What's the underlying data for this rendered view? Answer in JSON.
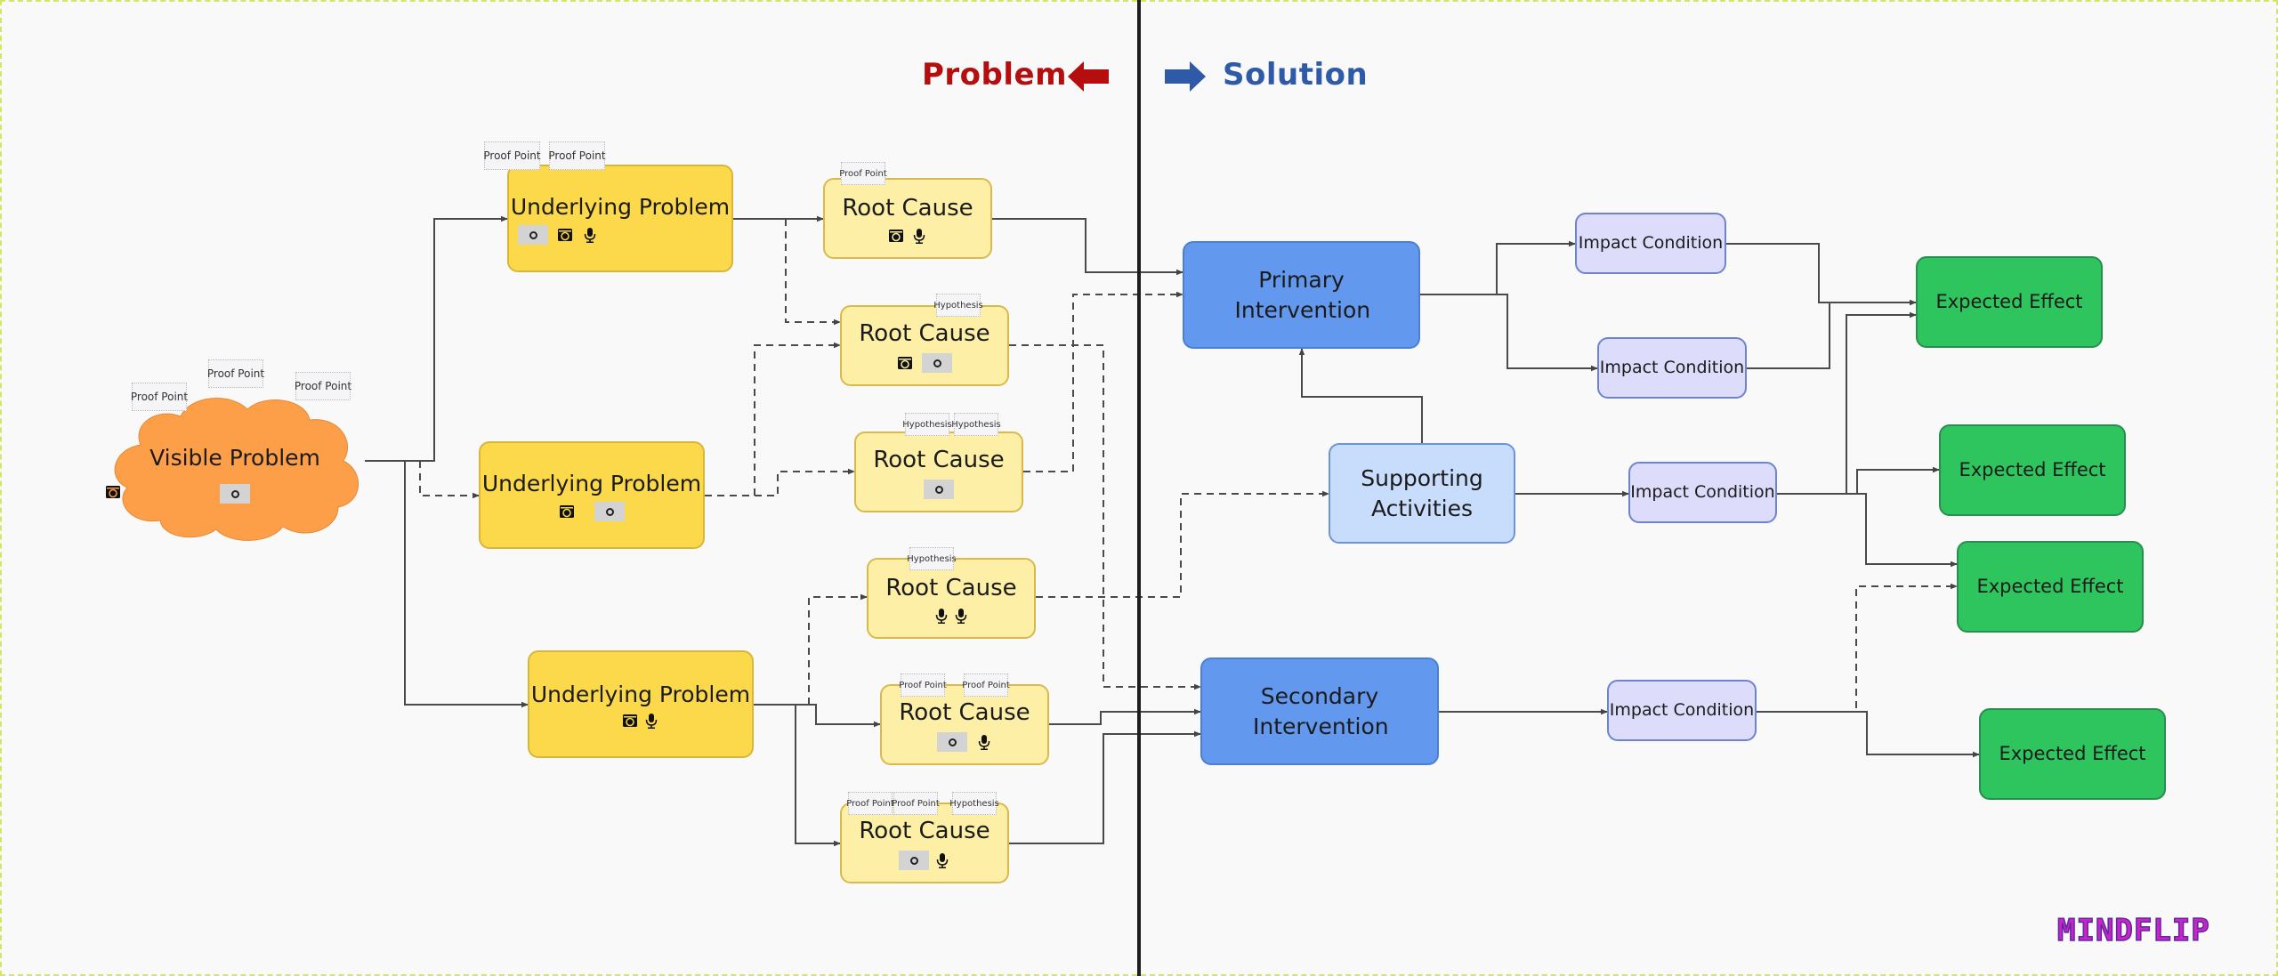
{
  "headings": {
    "problem": "Problem",
    "solution": "Solution",
    "problem_color": "#b50e0e",
    "solution_color": "#2f5aa8"
  },
  "colors": {
    "visible_problem": "#fd9f48",
    "underlying_problem": "#fcd94a",
    "root_cause": "#fdf0a6",
    "intervention": "#6299ee",
    "supporting": "#c8dcfb",
    "impact_condition": "#dddcfb",
    "expected_effect": "#2ec45e",
    "connector": "#4a4a4a"
  },
  "visible_problem": {
    "label": "Visible Problem",
    "tags": [
      "Proof Point",
      "Proof Point",
      "Proof Point"
    ],
    "icons": [
      "video-icon",
      "camera-icon"
    ]
  },
  "underlying_problems": [
    {
      "label": "Underlying Problem",
      "tags": [
        "Proof Point",
        "Proof Point"
      ],
      "icons": [
        "video-icon",
        "camera-icon",
        "mic-icon"
      ]
    },
    {
      "label": "Underlying Problem",
      "tags": [],
      "icons": [
        "camera-icon",
        "video-icon"
      ]
    },
    {
      "label": "Underlying Problem",
      "tags": [],
      "icons": [
        "camera-icon",
        "mic-icon"
      ]
    }
  ],
  "root_causes": [
    {
      "label": "Root Cause",
      "tags": [
        "Proof Point"
      ],
      "icons": [
        "camera-icon",
        "mic-icon"
      ]
    },
    {
      "label": "Root Cause",
      "tags": [
        "Hypothesis"
      ],
      "icons": [
        "camera-icon",
        "video-icon"
      ]
    },
    {
      "label": "Root Cause",
      "tags": [
        "Hypothesis",
        "Hypothesis"
      ],
      "icons": [
        "video-icon"
      ]
    },
    {
      "label": "Root Cause",
      "tags": [
        "Hypothesis"
      ],
      "icons": [
        "mic-icon",
        "mic-icon"
      ]
    },
    {
      "label": "Root Cause",
      "tags": [
        "Proof Point",
        "Proof Point"
      ],
      "icons": [
        "video-icon",
        "mic-icon"
      ]
    },
    {
      "label": "Root Cause",
      "tags": [
        "Proof Point",
        "Proof Point",
        "Hypothesis"
      ],
      "icons": [
        "video-icon",
        "mic-icon"
      ]
    }
  ],
  "interventions": {
    "primary": "Primary Intervention",
    "secondary": "Secondary Intervention",
    "supporting": "Supporting Activities"
  },
  "impact_conditions": [
    "Impact Condition",
    "Impact Condition",
    "Impact Condition",
    "Impact Condition"
  ],
  "expected_effects": [
    "Expected Effect",
    "Expected Effect",
    "Expected Effect",
    "Expected Effect"
  ],
  "logo": "MINDFLIP"
}
